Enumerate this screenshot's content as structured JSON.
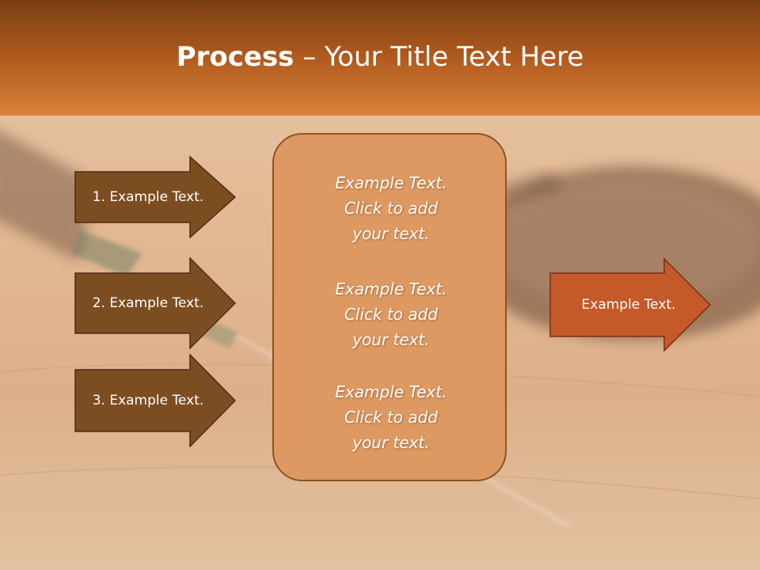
{
  "title": {
    "strong": "Process",
    "rest": " – Your Title Text Here"
  },
  "left_steps": [
    {
      "label": "1. Example Text."
    },
    {
      "label": "2. Example Text."
    },
    {
      "label": "3. Example Text."
    }
  ],
  "center_box": {
    "paragraphs": [
      {
        "lines": [
          "Example Text.",
          "Click  to add",
          "your text."
        ]
      },
      {
        "lines": [
          "Example Text.",
          "Click  to add",
          "your text."
        ]
      },
      {
        "lines": [
          "Example Text.",
          "Click  to add",
          "your text."
        ]
      }
    ]
  },
  "result_arrow": {
    "label": "Example Text."
  },
  "colors": {
    "title_bar_top": "#7a3e13",
    "title_bar_bottom": "#d9823a",
    "step_arrow_fill": "#7d4d22",
    "center_box_fill": "#dd9961",
    "result_arrow_fill": "#c4592a"
  }
}
